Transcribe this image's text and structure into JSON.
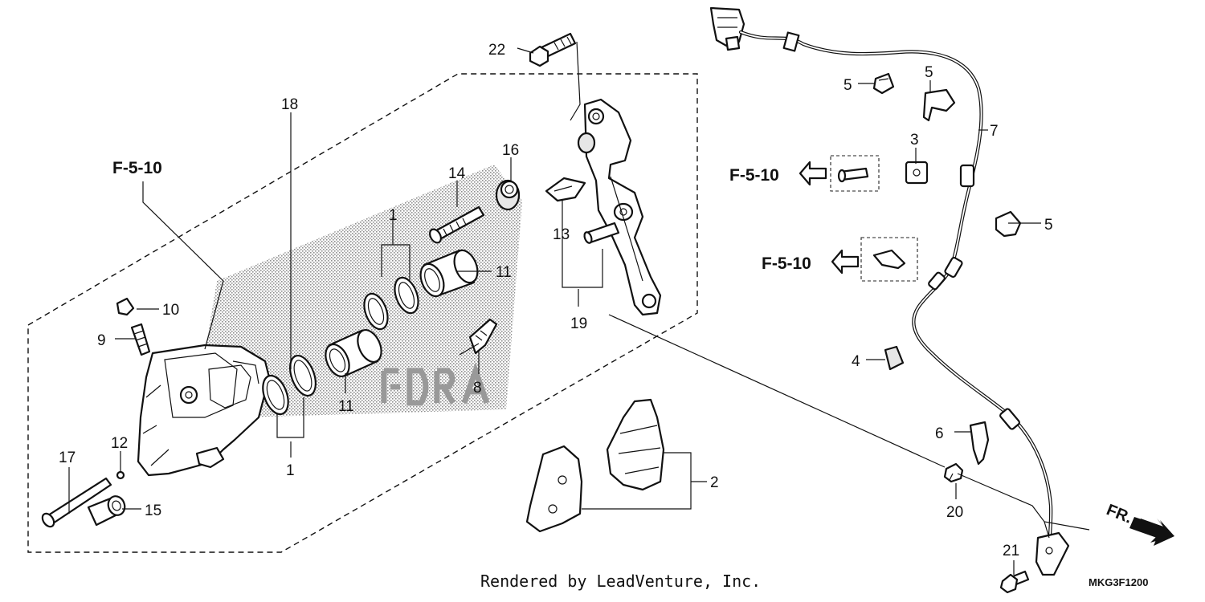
{
  "callouts": {
    "c1a": "1",
    "c1b": "1",
    "c2": "2",
    "c3": "3",
    "c4": "4",
    "c5a": "5",
    "c5b": "5",
    "c5c": "5",
    "c6": "6",
    "c7": "7",
    "c8": "8",
    "c9": "9",
    "c10": "10",
    "c11a": "11",
    "c11b": "11",
    "c12": "12",
    "c13": "13",
    "c14": "14",
    "c15": "15",
    "c16": "16",
    "c17": "17",
    "c18": "18",
    "c19": "19",
    "c20": "20",
    "c21": "21",
    "c22": "22"
  },
  "references": {
    "ref_left": "F-5-10",
    "ref_right_top": "F-5-10",
    "ref_right_bottom": "F-5-10"
  },
  "direction_label": "FR.",
  "footer": {
    "credit": "Rendered by LeadVenture, Inc.",
    "diagram_code": "MKG3F1200"
  }
}
